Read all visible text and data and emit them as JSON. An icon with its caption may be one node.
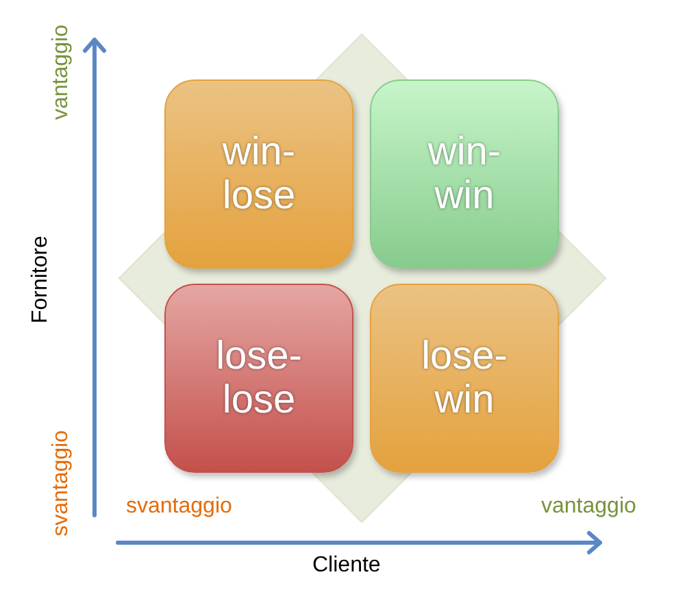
{
  "diagram": {
    "nodes": [
      {
        "text": [
          "win-lose"
        ]
      },
      {
        "text": [
          "win-win"
        ]
      },
      {
        "text": [
          "lose-lose"
        ]
      },
      {
        "text": [
          "lose-win"
        ]
      }
    ],
    "labels": [
      "vantaggio",
      "Fornitore",
      "svantaggio",
      "svantaggio",
      "vantaggio",
      "Cliente"
    ]
  }
}
